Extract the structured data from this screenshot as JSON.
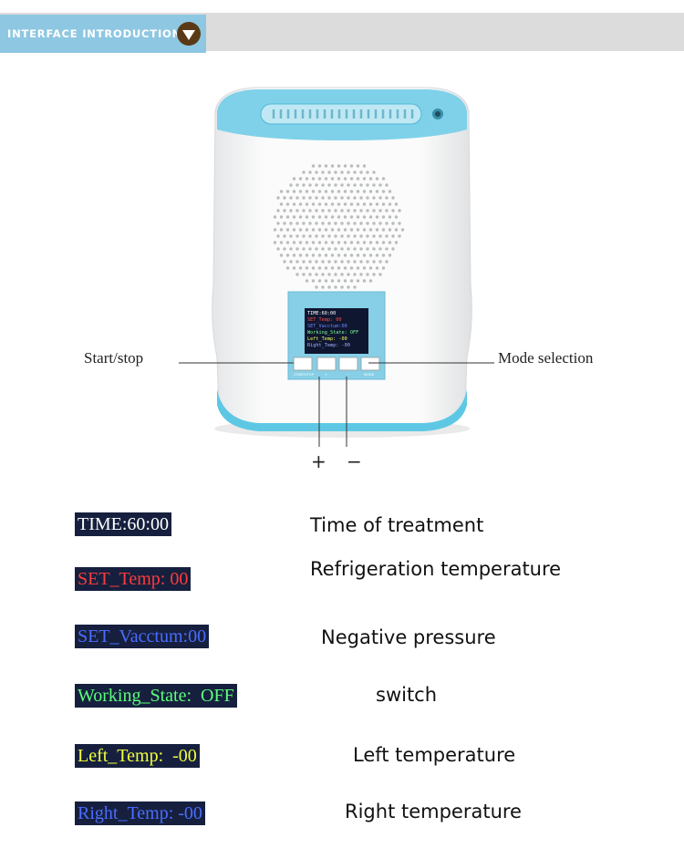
{
  "header": {
    "title": "INTERFACE INTRODUCTION"
  },
  "device": {
    "screen_lines": [
      "TIME:60:00",
      "SET_Temp: 00",
      "SET_Vacctum:00",
      "Working_State:  OFF",
      "Left_Temp:  -00",
      "Right_Temp: -00"
    ],
    "buttons": [
      "START/STOP",
      "+",
      "−",
      "MODE"
    ],
    "callouts": {
      "start_stop": "Start/stop",
      "mode": "Mode selection",
      "plus": "+",
      "minus": "−"
    }
  },
  "legend": [
    {
      "code": "TIME:60:00",
      "color": "#ffffff",
      "label": "Time of treatment"
    },
    {
      "code": "SET_Temp: 00",
      "color": "#ff3b3b",
      "label": "Refrigeration temperature"
    },
    {
      "code": "SET_Vacctum:00",
      "color": "#4b6cff",
      "label": "Negative pressure"
    },
    {
      "code": "Working_State:  OFF",
      "color": "#5cff7a",
      "label": "switch"
    },
    {
      "code": "Left_Temp:  -00",
      "color": "#f2ff3a",
      "label": "Left temperature"
    },
    {
      "code": "Right_Temp: -00",
      "color": "#4b6cff",
      "label": "Right temperature"
    }
  ]
}
